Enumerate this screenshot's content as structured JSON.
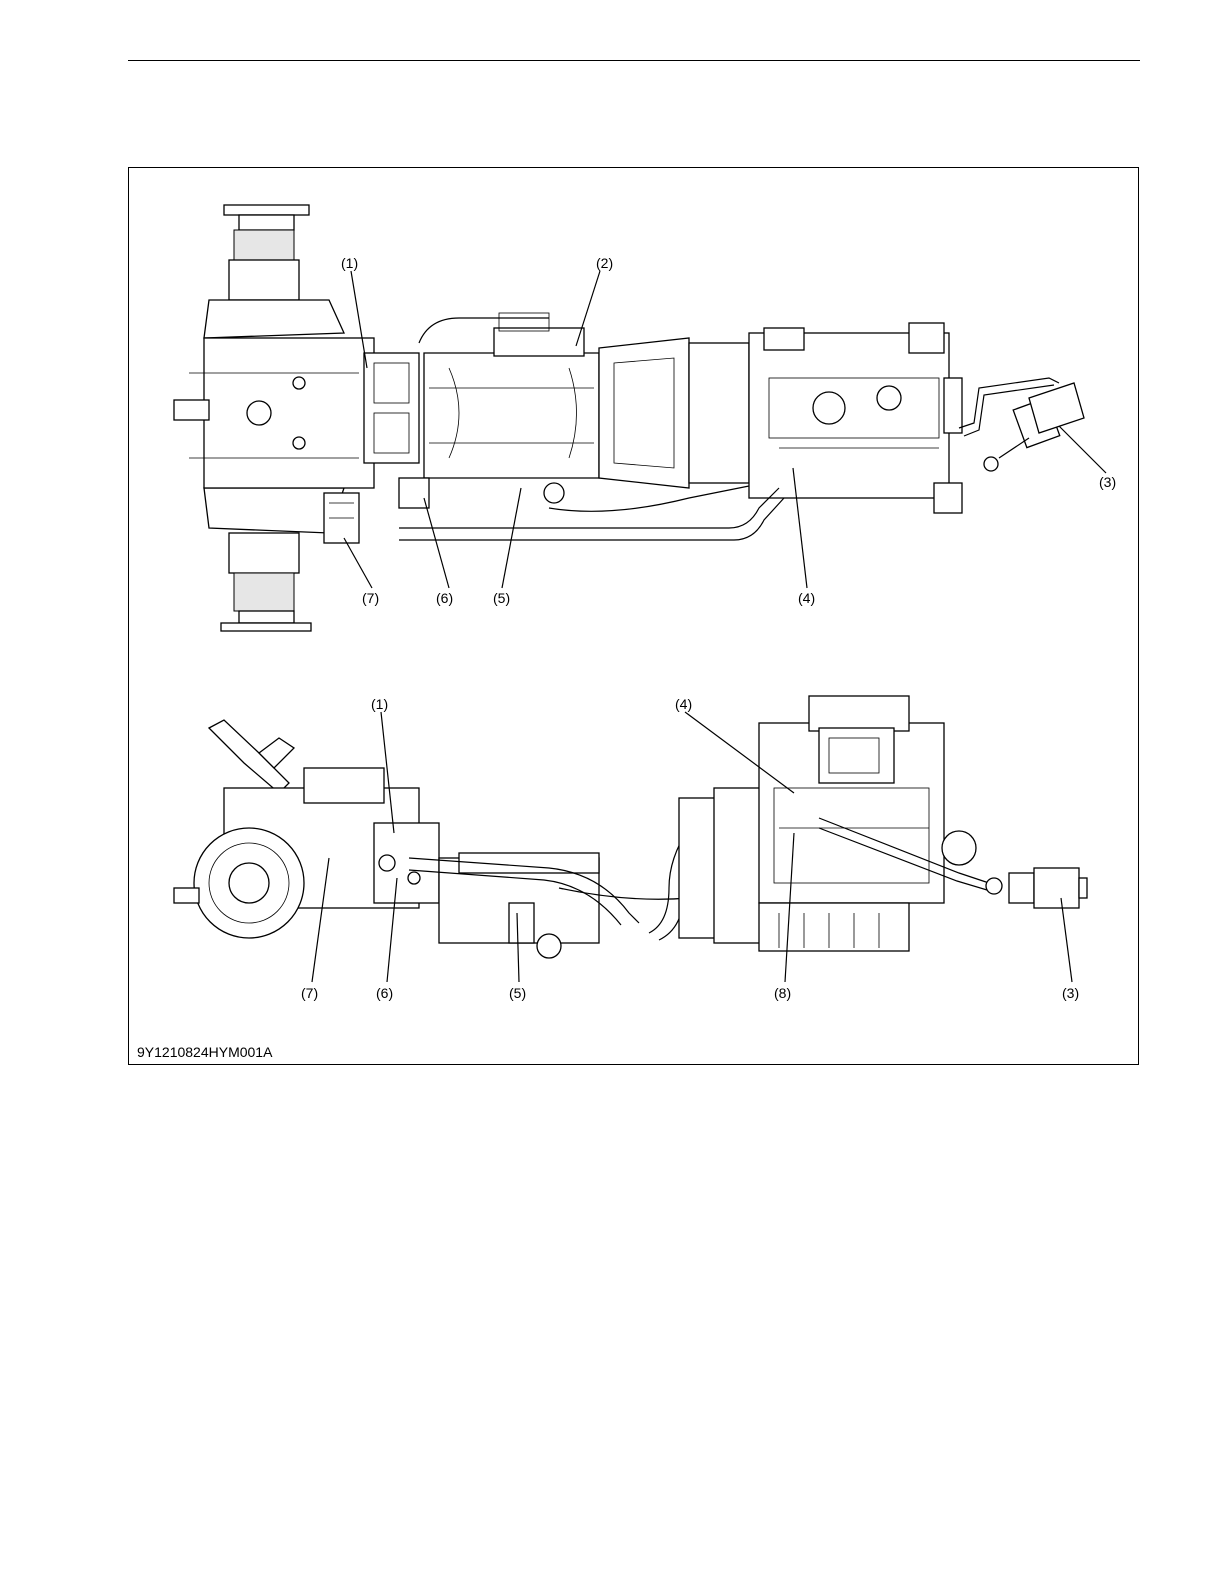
{
  "figure": {
    "id": "9Y1210824HYM001A",
    "top_view_callouts": [
      "(1)",
      "(2)",
      "(3)",
      "(4)",
      "(5)",
      "(6)",
      "(7)"
    ],
    "side_view_callouts": [
      "(1)",
      "(4)",
      "(7)",
      "(6)",
      "(5)",
      "(8)",
      "(3)"
    ]
  }
}
